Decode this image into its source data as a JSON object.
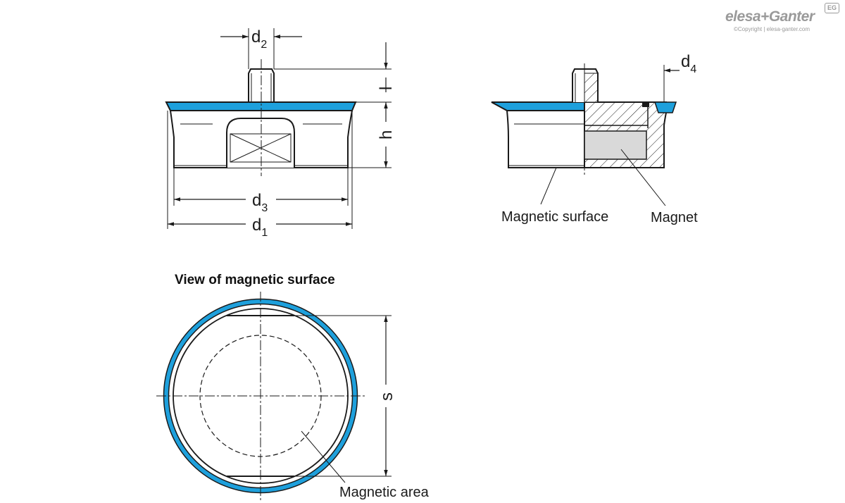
{
  "brand": {
    "name": "elesa+Ganter",
    "copyright": "©Copyright | elesa-ganter.com",
    "badge": "EG"
  },
  "dimensions": {
    "d1": {
      "base": "d",
      "sub": "1"
    },
    "d2": {
      "base": "d",
      "sub": "2"
    },
    "d3": {
      "base": "d",
      "sub": "3"
    },
    "d4": {
      "base": "d",
      "sub": "4"
    },
    "h": "h",
    "l": "l",
    "s": "s"
  },
  "labels": {
    "magnetic_surface": "Magnetic surface",
    "magnet": "Magnet",
    "view_title": "View of magnetic surface",
    "magnetic_area": "Magnetic area"
  },
  "colors": {
    "magnetic_surface_blue": "#1ea0dc",
    "magnet_fill": "#d9d9d9",
    "line": "#1a1a1a"
  }
}
